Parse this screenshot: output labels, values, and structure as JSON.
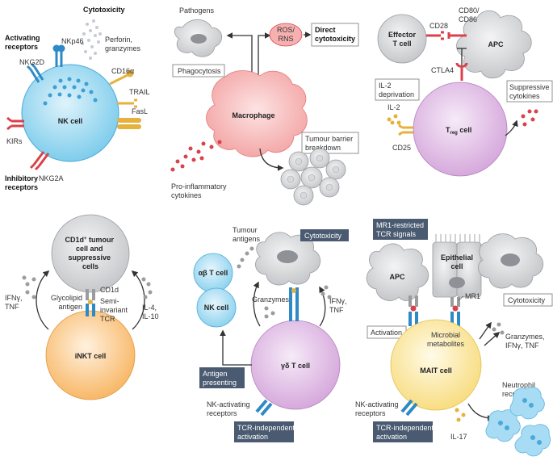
{
  "panels": {
    "nk": {
      "cell": "NK cell",
      "title_cytotoxicity": "Cytotoxicity",
      "activating_receptors": [
        "Activating",
        "receptors"
      ],
      "inhibitory_receptors": [
        "Inhibitory",
        "receptors"
      ],
      "nkg2d": "NKG2D",
      "nkp46": "NKp46",
      "perforin": [
        "Perforin,",
        "granzymes"
      ],
      "cd16a": "CD16α",
      "trail": "TRAIL",
      "fasl": "FasL",
      "kirs": "KIRs",
      "nkg2a": "NKG2A"
    },
    "macrophage": {
      "cell": "Macrophage",
      "pathogens": "Pathogens",
      "phagocytosis": "Phagocytosis",
      "ros": [
        "ROS/",
        "RNS"
      ],
      "direct_cytotoxicity": [
        "Direct",
        "cytotoxicity"
      ],
      "tumour_barrier": [
        "Tumour barrier",
        "breakdown"
      ],
      "proinflammatory": [
        "Pro-inflammatory",
        "cytokines"
      ]
    },
    "treg": {
      "effector": [
        "Effector",
        "T cell"
      ],
      "apc": "APC",
      "cd28": "CD28",
      "cd80": [
        "CD80/",
        "CD86"
      ],
      "ctla4": "CTLA4",
      "il2_deprivation": [
        "IL-2",
        "deprivation"
      ],
      "suppressive": [
        "Suppressive",
        "cytokines"
      ],
      "il2": "IL-2",
      "cd25": "CD25",
      "cell_main": "T",
      "cell_sub": "reg",
      "cell_suffix": " cell"
    },
    "inkt": {
      "target_line1": "CD1d",
      "target_sup": "+",
      "target_line1_rest": " tumour",
      "target_line2": "cell and",
      "target_line3": "suppressive",
      "target_line4": "cells",
      "ifng_tnf": [
        "IFNγ,",
        "TNF"
      ],
      "il4_il10": [
        "IL-4,",
        "IL-10"
      ],
      "cd1d": "CD1d",
      "glycolipid": [
        "Glycolipid",
        "antigen"
      ],
      "tcr": [
        "Semi-",
        "invariant",
        "TCR"
      ],
      "cell": "iNKT cell"
    },
    "gd": {
      "cytotoxicity": "Cytotoxicity",
      "tumour_antigens": [
        "Tumour",
        "antigens"
      ],
      "ab_t": "αβ T cell",
      "nk": "NK cell",
      "granzymes": "Granzymes",
      "ifng_tnf": [
        "IFNγ,",
        "TNF"
      ],
      "cell": "γδ T cell",
      "antigen_presenting": [
        "Antigen",
        "presenting"
      ],
      "nk_activating": [
        "NK-activating",
        "receptors"
      ],
      "tcr_independent": [
        "TCR-independent",
        "activation"
      ]
    },
    "mait": {
      "mr1_signals": [
        "MR1-restricted",
        "TCR signals"
      ],
      "apc": "APC",
      "epithelial": [
        "Epithelial",
        "cell"
      ],
      "mr1": "MR1",
      "cytotoxicity": "Cytotoxicity",
      "activation": "Activation",
      "metabolites": [
        "Microbial",
        "metabolites"
      ],
      "granzymes": [
        "Granzymes,",
        "IFNγ, TNF"
      ],
      "cell": "MAIT cell",
      "neutrophil": [
        "Neutrophil",
        "recruitment"
      ],
      "nk_activating": [
        "NK-activating",
        "receptors"
      ],
      "tcr_independent": [
        "TCR-independent",
        "activation"
      ],
      "il17": "IL-17"
    }
  },
  "colors": {
    "nk_cell": "#7fcdec",
    "macrophage": "#f3a3a3",
    "treg": "#d6a9dc",
    "inkt": "#f8b868",
    "gd": "#d6a9dc",
    "mait": "#f8dd82",
    "tumour_grey": "#d2d3d5",
    "receptor_blue": "#2d8ac6",
    "receptor_red": "#d9424a",
    "receptor_gold": "#e5b23e",
    "dark_box": "#4a5a70"
  }
}
